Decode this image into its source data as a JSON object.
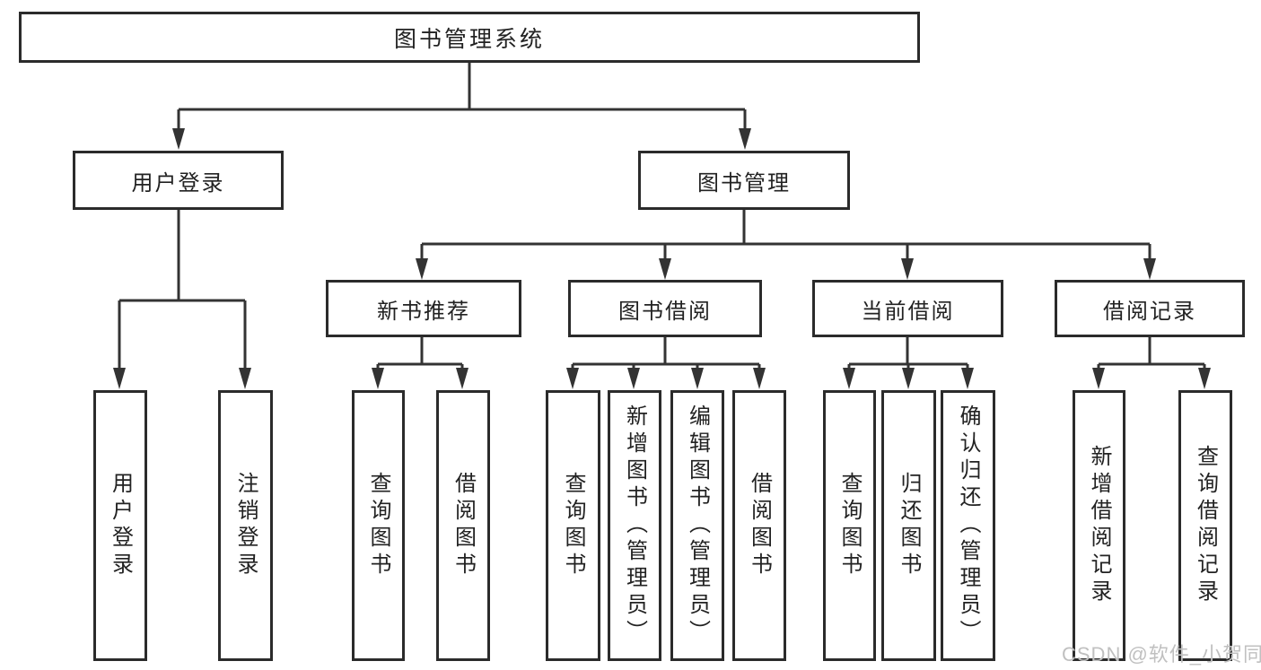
{
  "diagram_title": "图书管理系统",
  "watermark": "CSDN @软件_小贺同学",
  "colors": {
    "line": "#333333",
    "box_border": "#2b2b2b",
    "text": "#222222",
    "watermark_text": "#c0c0c0",
    "background": "#ffffff"
  },
  "tree": {
    "label": "图书管理系统",
    "children": [
      {
        "label": "用户登录",
        "children": [
          {
            "label": "用户登录"
          },
          {
            "label": "注销登录"
          }
        ]
      },
      {
        "label": "图书管理",
        "children": [
          {
            "label": "新书推荐",
            "children": [
              {
                "label": "查询图书"
              },
              {
                "label": "借阅图书"
              }
            ]
          },
          {
            "label": "图书借阅",
            "children": [
              {
                "label": "查询图书"
              },
              {
                "label": "新增图书（管理员）"
              },
              {
                "label": "编辑图书（管理员）"
              },
              {
                "label": "借阅图书"
              }
            ]
          },
          {
            "label": "当前借阅",
            "children": [
              {
                "label": "查询图书"
              },
              {
                "label": "归还图书"
              },
              {
                "label": "确认归还（管理员）"
              }
            ]
          },
          {
            "label": "借阅记录",
            "children": [
              {
                "label": "新增借阅记录"
              },
              {
                "label": "查询借阅记录"
              }
            ]
          }
        ]
      }
    ]
  }
}
